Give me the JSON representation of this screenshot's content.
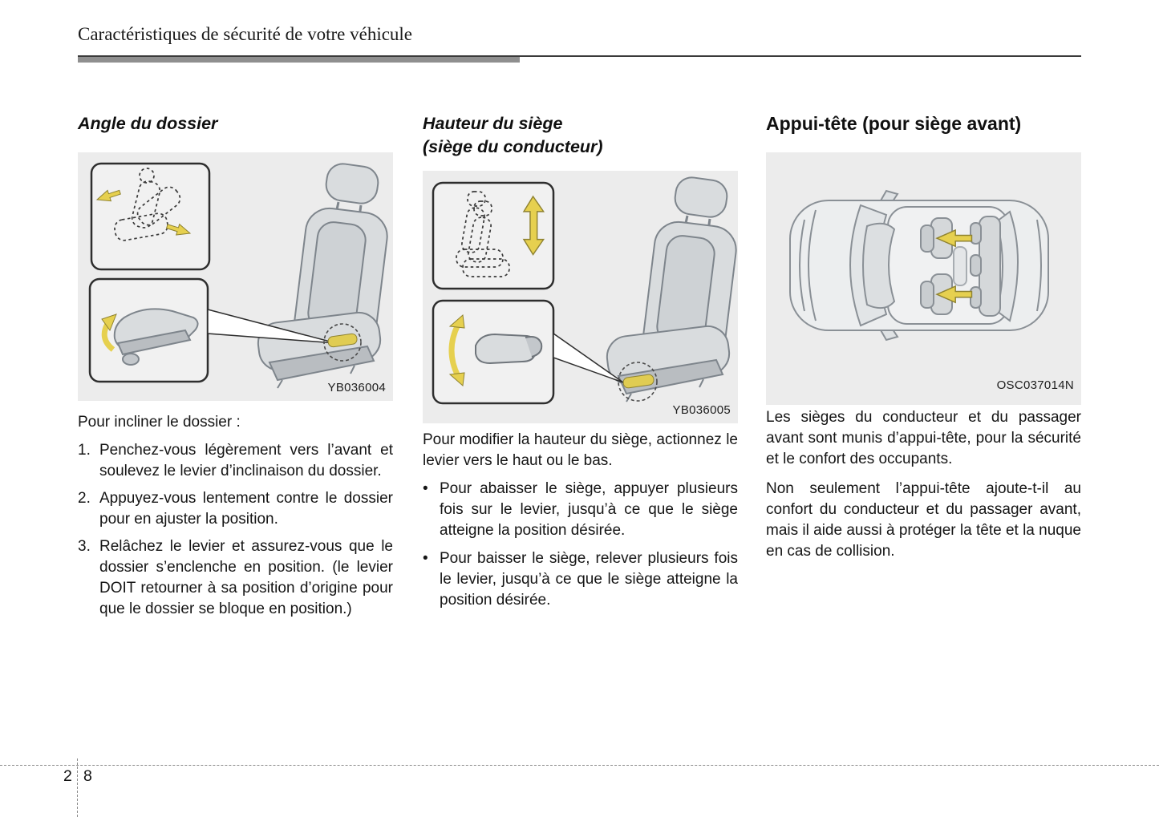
{
  "page": {
    "header_title": "Caractéristiques de sécurité de votre véhicule",
    "page_number": {
      "section": "2",
      "page": "8"
    }
  },
  "ui": {
    "bullet": "•"
  },
  "sections": {
    "backrest_angle": {
      "heading": "Angle du dossier",
      "figure_caption": "YB036004",
      "intro": "Pour incliner le dossier :",
      "steps": [
        {
          "num": "1.",
          "text": "Penchez-vous légèrement vers l’avant et soulevez le levier d’inclinaison du dossier."
        },
        {
          "num": "2.",
          "text": "Appuyez-vous lentement contre le dossier pour en ajuster la position."
        },
        {
          "num": "3.",
          "text": "Relâchez le levier et assurez-vous que le dossier s’enclenche en position. (le levier DOIT retourner à sa position d’origine pour que le dossier se bloque en position.)"
        }
      ]
    },
    "seat_height": {
      "heading": "Hauteur du siège\n(siège du conducteur)",
      "figure_caption": "YB036005",
      "intro": "Pour modifier la hauteur du siège, actionnez le levier vers le haut ou le bas.",
      "bullets": [
        "Pour abaisser le siège, appuyer plusieurs fois sur le levier, jusqu’à ce que le siège atteigne la position désirée.",
        "Pour baisser le siège, relever plusieurs fois le levier, jusqu’à ce que le siège atteigne la position désirée."
      ]
    },
    "headrest": {
      "heading": "Appui-tête (pour siège avant)",
      "figure_caption": "OSC037014N",
      "paragraphs": [
        "Les sièges du conducteur et du passager avant sont munis d’appui-tête, pour la sécurité et le confort des occupants.",
        "Non seulement l’appui-tête ajoute-t-il au confort du conducteur et du passager avant, mais il aide aussi à protéger la tête et la nuque en cas de collision."
      ]
    }
  }
}
